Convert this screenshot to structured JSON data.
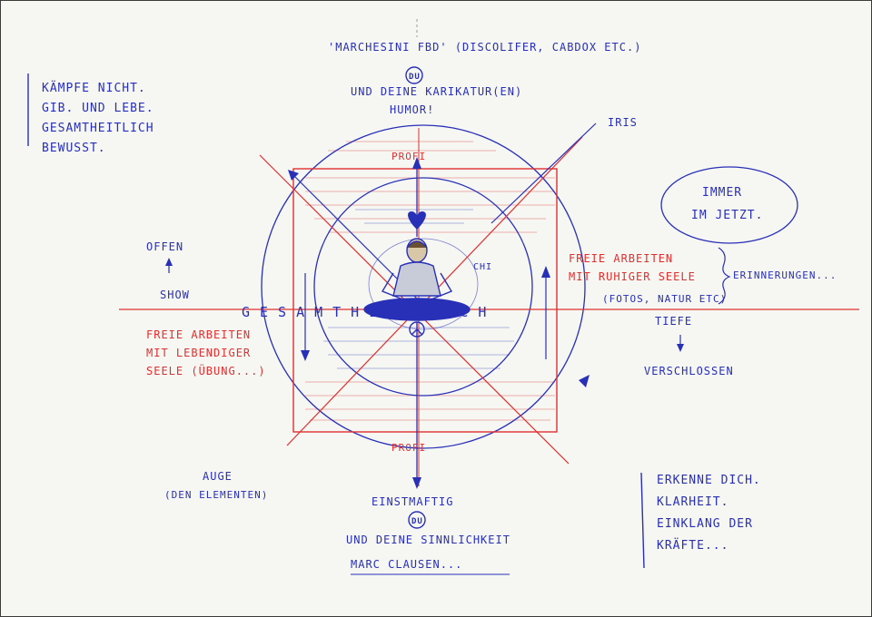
{
  "colors": {
    "paper": "#f6f6f2",
    "blue_ink": "#2830b8",
    "red_ink": "#e03030"
  },
  "top": {
    "title": "'MARCHESINI FBD' (DISCOLIFER, CABDOX ETC.)",
    "du": "DU",
    "line1": "UND DEINE KARIKATUR(EN)",
    "line2": "HUMOR!"
  },
  "bottom": {
    "title": "EINSTMAFTIG",
    "du": "DU",
    "line1": "UND DEINE SINNLICHKEIT",
    "line2": "MARC CLAUSEN..."
  },
  "note_top_left": [
    "KÄMPFE NICHT.",
    "GIB. UND LEBE.",
    "GESAMTHEITLICH",
    "BEWUSST."
  ],
  "note_bottom_right": [
    "ERKENNE DICH.",
    "KLARHEIT.",
    "EINKLANG DER",
    "KRÄFTE..."
  ],
  "bubble": [
    "IMMER",
    "IM JETZT."
  ],
  "labels": {
    "iris": "IRIS",
    "chi": "CHI",
    "offen": "OFFEN",
    "show": "SHOW",
    "tiefe": "TIEFE",
    "verschlossen": "VERSCHLOSSEN",
    "auge": "AUGE",
    "auge_sub": "(DEN ELEMENTEN)",
    "profi_top": "PROFI",
    "profi_bottom": "PROFI",
    "axis": "GESAMTHEITLICH"
  },
  "red_left": [
    "FREIE ARBEITEN",
    "MIT LEBENDIGER",
    "SEELE (ÜBUNG...)"
  ],
  "red_right": [
    "FREIE ARBEITEN",
    "MIT RUHIGER SEELE"
  ],
  "right_blue": [
    "ERINNERUNGEN...",
    "(FOTOS, NATUR ETC)"
  ],
  "icons": {
    "heart": "heart-icon",
    "peace": "peace-icon",
    "figure": "meditating-figure-icon"
  }
}
